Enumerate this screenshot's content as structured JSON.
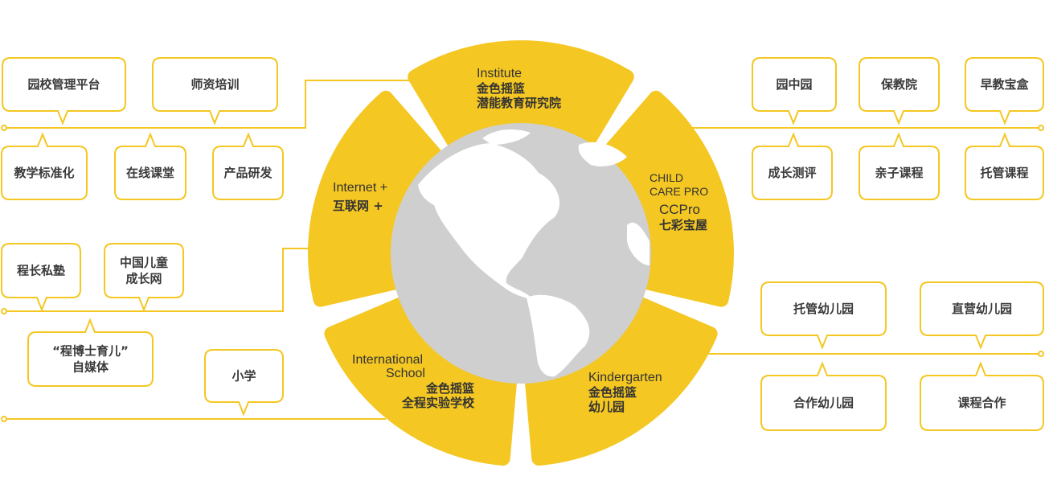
{
  "colors": {
    "accent": "#f4c722",
    "globe": "#cfcfcf",
    "text": "#333333"
  },
  "center": {
    "icon": "globe-icon",
    "petals": {
      "institute": {
        "en": "Institute",
        "zh1": "金色摇篮",
        "zh2": "潜能教育研究院"
      },
      "ccpro": {
        "en1": "CHILD",
        "en2": "CARE PRO",
        "brand": "CCPro",
        "zh": "七彩宝屋"
      },
      "kindergarten": {
        "en": "Kindergarten",
        "zh1": "金色摇篮",
        "zh2": "幼儿园"
      },
      "school": {
        "en1": "International",
        "en2": "School",
        "zh1": "金色摇篮",
        "zh2": "全程实验学校"
      },
      "internet": {
        "en": "Internet +",
        "zh": "互联网 +"
      }
    }
  },
  "left_top": [
    "园校管理平台",
    "师资培训",
    "教学标准化",
    "在线课堂",
    "产品研发"
  ],
  "left_middle": [
    "程长私塾",
    "中国儿童",
    "成长网",
    "“程博士育儿”",
    "自媒体"
  ],
  "left_bottom": [
    "小学"
  ],
  "right_top": [
    "园中园",
    "保教院",
    "早教宝盒",
    "成长测评",
    "亲子课程",
    "托管课程"
  ],
  "right_bottom": [
    "托管幼儿园",
    "直营幼儿园",
    "合作幼儿园",
    "课程合作"
  ]
}
